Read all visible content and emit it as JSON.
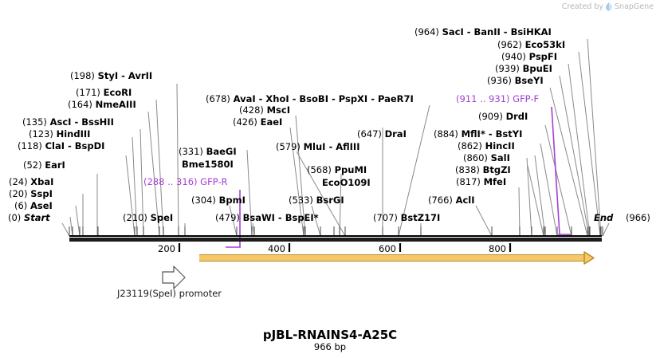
{
  "watermark": {
    "text": "Created by",
    "brand": "SnapGene",
    "logo_icon": "snapgene-logo-icon",
    "color": "#b8b8b8"
  },
  "plasmid": {
    "name": "pJBL-RNAINS4-A25C",
    "size": "966 bp",
    "length_bp": 966,
    "start_label": "Start",
    "start_pos": "(0)",
    "end_label": "End",
    "end_pos": "(966)"
  },
  "colors": {
    "enzyme_text": "#000000",
    "primer": "#a33fd4",
    "feature_fill": "#f5c969",
    "feature_border": "#b98c27",
    "ruler": "#1c1c1c",
    "leader_line": "#777777"
  },
  "ruler": {
    "ticks": [
      "200",
      "400",
      "600",
      "800"
    ],
    "tick_values": [
      200,
      400,
      600,
      800
    ]
  },
  "feature": {
    "name": "J23119(SpeI) promoter",
    "type": "promoter",
    "glyph": "right-arrow-outline"
  },
  "sites": [
    {
      "pos": "(0)",
      "names": "Start",
      "kind": "terminus"
    },
    {
      "pos": "(6)",
      "names": "AseI",
      "kind": "enzyme"
    },
    {
      "pos": "(20)",
      "names": "SspI",
      "kind": "enzyme"
    },
    {
      "pos": "(24)",
      "names": "XbaI",
      "kind": "enzyme"
    },
    {
      "pos": "(52)",
      "names": "EarI",
      "kind": "enzyme"
    },
    {
      "pos": "(118)",
      "names": "ClaI  -  BspDI",
      "kind": "enzyme"
    },
    {
      "pos": "(123)",
      "names": "HindIII",
      "kind": "enzyme"
    },
    {
      "pos": "(135)",
      "names": "AscI  -  BssHII",
      "kind": "enzyme"
    },
    {
      "pos": "(164)",
      "names": "NmeAIII",
      "kind": "enzyme"
    },
    {
      "pos": "(171)",
      "names": "EcoRI",
      "kind": "enzyme"
    },
    {
      "pos": "(198)",
      "names": "StyI  -  AvrII",
      "kind": "enzyme"
    },
    {
      "pos": "(210)",
      "names": "SpeI",
      "kind": "enzyme"
    },
    {
      "pos": "(288 .. 316)",
      "names": "GFP-R",
      "kind": "primer"
    },
    {
      "pos": "(304)",
      "names": "BpmI",
      "kind": "enzyme"
    },
    {
      "pos": "(331)",
      "names": "BaeGI",
      "kind": "enzyme"
    },
    {
      "pos": "",
      "names": "Bme1580I",
      "kind": "enzyme-cont"
    },
    {
      "pos": "(426)",
      "names": "EaeI",
      "kind": "enzyme"
    },
    {
      "pos": "(428)",
      "names": "MscI",
      "kind": "enzyme"
    },
    {
      "pos": "(479)",
      "names": "BsaWI  -  BspEI*",
      "kind": "enzyme"
    },
    {
      "pos": "(533)",
      "names": "BsrGI",
      "kind": "enzyme"
    },
    {
      "pos": "(568)",
      "names": "PpuMI",
      "kind": "enzyme"
    },
    {
      "pos": "",
      "names": "EcoO109I",
      "kind": "enzyme-cont"
    },
    {
      "pos": "(579)",
      "names": "MluI  -  AflIII",
      "kind": "enzyme"
    },
    {
      "pos": "(647)",
      "names": "DraI",
      "kind": "enzyme"
    },
    {
      "pos": "(678)",
      "names": "AvaI  -  XhoI  -  BsoBI  -  PspXI  -  PaeR7I",
      "kind": "enzyme"
    },
    {
      "pos": "(707)",
      "names": "BstZ17I",
      "kind": "enzyme"
    },
    {
      "pos": "(766)",
      "names": "AclI",
      "kind": "enzyme"
    },
    {
      "pos": "(817)",
      "names": "MfeI",
      "kind": "enzyme"
    },
    {
      "pos": "(838)",
      "names": "BtgZI",
      "kind": "enzyme"
    },
    {
      "pos": "(860)",
      "names": "SalI",
      "kind": "enzyme"
    },
    {
      "pos": "(862)",
      "names": "HincII",
      "kind": "enzyme"
    },
    {
      "pos": "(884)",
      "names": "MflI*  -  BstYI",
      "kind": "enzyme"
    },
    {
      "pos": "(909)",
      "names": "DrdI",
      "kind": "enzyme"
    },
    {
      "pos": "(911 .. 931)",
      "names": "GFP-F",
      "kind": "primer"
    },
    {
      "pos": "(936)",
      "names": "BseYI",
      "kind": "enzyme"
    },
    {
      "pos": "(939)",
      "names": "BpuEI",
      "kind": "enzyme"
    },
    {
      "pos": "(940)",
      "names": "PspFI",
      "kind": "enzyme"
    },
    {
      "pos": "(962)",
      "names": "Eco53kI",
      "kind": "enzyme"
    },
    {
      "pos": "(964)",
      "names": "SacI  -  BanII  -  BsiHKAI",
      "kind": "enzyme"
    },
    {
      "pos": "(966)",
      "names": "End",
      "kind": "terminus"
    }
  ],
  "labels": {
    "l_start_pos": "(0)",
    "l_start_nm": "Start",
    "l_6_pos": "(6)",
    "l_6_nm": "AseI",
    "l_20_pos": "(20)",
    "l_20_nm": "SspI",
    "l_24_pos": "(24)",
    "l_24_nm": "XbaI",
    "l_52_pos": "(52)",
    "l_52_nm": "EarI",
    "l_118_pos": "(118)",
    "l_118_nm": "ClaI  -  BspDI",
    "l_123_pos": "(123)",
    "l_123_nm": "HindIII",
    "l_135_pos": "(135)",
    "l_135_nm": "AscI  -  BssHII",
    "l_164_pos": "(164)",
    "l_164_nm": "NmeAIII",
    "l_171_pos": "(171)",
    "l_171_nm": "EcoRI",
    "l_198_pos": "(198)",
    "l_198_nm": "StyI  -  AvrII",
    "l_210_pos": "(210)",
    "l_210_nm": "SpeI",
    "l_gfpr_pos": "(288 .. 316)",
    "l_gfpr_nm": "GFP-R",
    "l_304_pos": "(304)",
    "l_304_nm": "BpmI",
    "l_331_pos": "(331)",
    "l_331_nm": "BaeGI",
    "l_331b_nm": "Bme1580I",
    "l_426_pos": "(426)",
    "l_426_nm": "EaeI",
    "l_428_pos": "(428)",
    "l_428_nm": "MscI",
    "l_479_pos": "(479)",
    "l_479_nm": "BsaWI  -  BspEI*",
    "l_533_pos": "(533)",
    "l_533_nm": "BsrGI",
    "l_568_pos": "(568)",
    "l_568_nm": "PpuMI",
    "l_568b_nm": "EcoO109I",
    "l_579_pos": "(579)",
    "l_579_nm": "MluI  -  AflIII",
    "l_647_pos": "(647)",
    "l_647_nm": "DraI",
    "l_678_pos": "(678)",
    "l_678_nm": "AvaI  -  XhoI  -  BsoBI  -  PspXI  -  PaeR7I",
    "l_707_pos": "(707)",
    "l_707_nm": "BstZ17I",
    "l_766_pos": "(766)",
    "l_766_nm": "AclI",
    "l_817_pos": "(817)",
    "l_817_nm": "MfeI",
    "l_838_pos": "(838)",
    "l_838_nm": "BtgZI",
    "l_860_pos": "(860)",
    "l_860_nm": "SalI",
    "l_862_pos": "(862)",
    "l_862_nm": "HincII",
    "l_884_pos": "(884)",
    "l_884_nm": "MflI*  -  BstYI",
    "l_909_pos": "(909)",
    "l_909_nm": "DrdI",
    "l_gfpf_pos": "(911 .. 931)",
    "l_gfpf_nm": "GFP-F",
    "l_936_pos": "(936)",
    "l_936_nm": "BseYI",
    "l_939_pos": "(939)",
    "l_939_nm": "BpuEI",
    "l_940_pos": "(940)",
    "l_940_nm": "PspFI",
    "l_962_pos": "(962)",
    "l_962_nm": "Eco53kI",
    "l_964_pos": "(964)",
    "l_964_nm": "SacI  -  BanII  -  BsiHKAI",
    "l_end_nm": "End",
    "l_end_pos": "(966)",
    "tick_200": "200",
    "tick_400": "400",
    "tick_600": "600",
    "tick_800": "800"
  }
}
